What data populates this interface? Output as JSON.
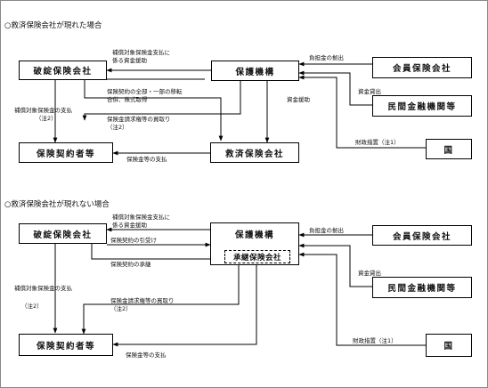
{
  "section1": {
    "heading": "○救済保険会社が現れた場合",
    "boxes": {
      "hatan": "破綻保険会社",
      "hogo": "保護機構",
      "kaiin": "会員保険会社",
      "minkan": "民間金融機関等",
      "kuni": "国",
      "keiyakusha": "保険契約者等",
      "kyusai": "救済保険会社"
    },
    "labels": {
      "hosho_shiharai_1": "補償対象保険金支払に",
      "hosho_shiharai_2": "係る資金援助",
      "iten_1": "保険契約の全部・一部の移転",
      "iten_2": "合併、株式取得",
      "kaitori_1": "保険金請求権等の買取り",
      "kaitori_2": "（注2）",
      "hosho_kin_shiharai": "補償対象保険金の支払",
      "hosho_kin_chu": "（注2）",
      "shikin_enjo": "資金援助",
      "hokenkin_shiharai": "保険金等の支払",
      "futankin": "負担金の拠出",
      "shikin_kashidashi": "資金貸出",
      "zaisei": "財政措置（注1）"
    }
  },
  "section2": {
    "heading": "○救済保険会社が現れない場合",
    "boxes": {
      "hatan": "破綻保険会社",
      "hogo": "保護機構",
      "shokei": "承継保険会社",
      "kaiin": "会員保険会社",
      "minkan": "民間金融機関等",
      "kuni": "国",
      "keiyakusha": "保険契約者等"
    },
    "labels": {
      "hosho_shiharai_1": "補償対象保険金支払に",
      "hosho_shiharai_2": "係る資金援助",
      "hikiuke": "保険契約の引受け",
      "shokei": "保険契約の承継",
      "hosho_kin_shiharai": "補償対象保険金の支払",
      "hosho_kin_chu": "（注2）",
      "kaitori_1": "保険金請求権等の買取り",
      "kaitori_2": "（注2）",
      "hokenkin_shiharai": "保険金等の支払",
      "futankin": "負担金の拠出",
      "shikin_kashidashi": "資金貸出",
      "zaisei": "財政措置（注1）"
    }
  }
}
